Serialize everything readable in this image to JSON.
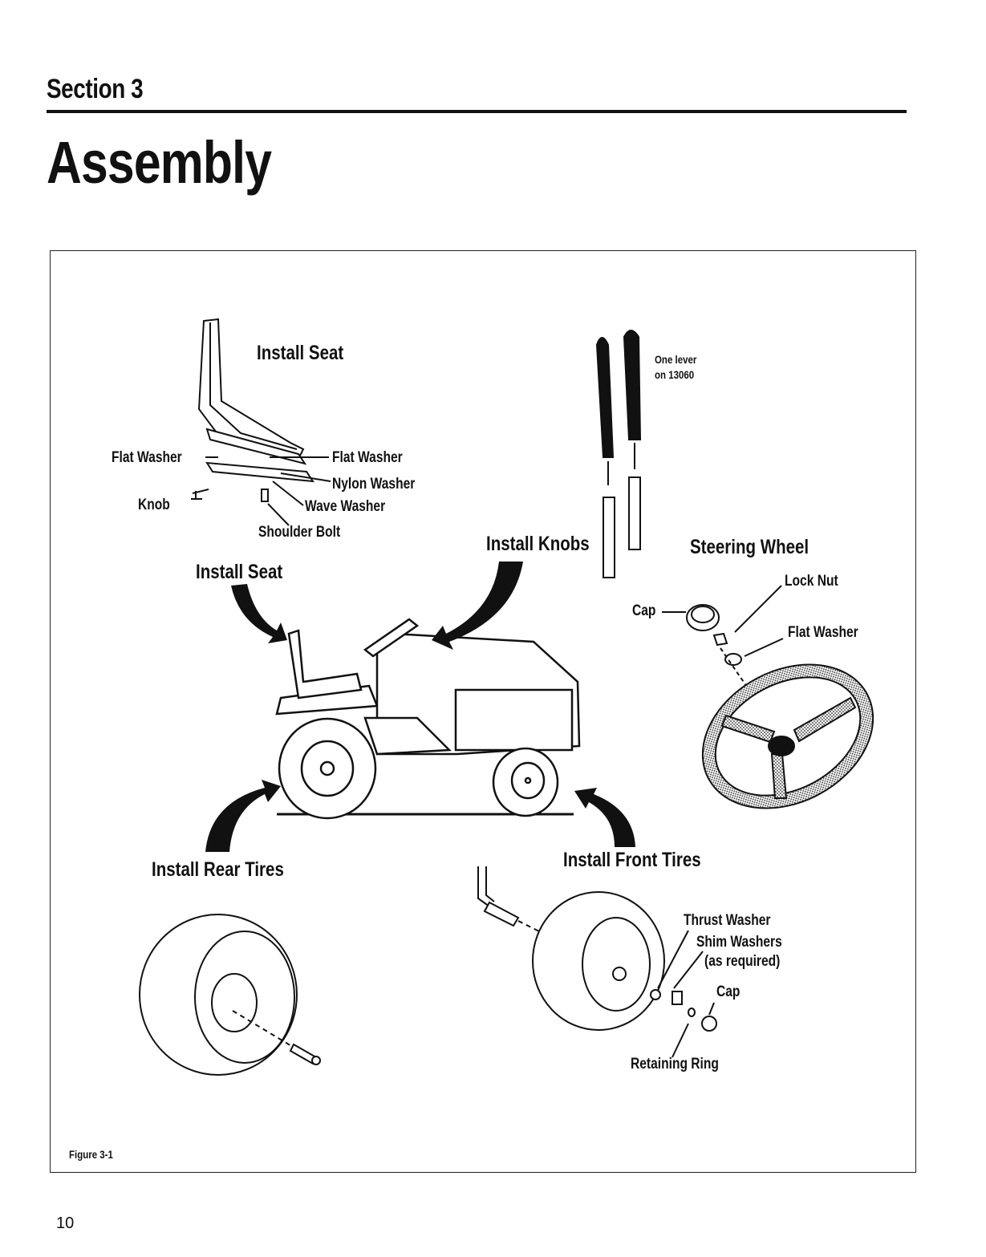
{
  "header": {
    "section": "Section 3",
    "title": "Assembly"
  },
  "figure": {
    "caption": "Figure 3-1",
    "labels": {
      "install_seat_top": "Install Seat",
      "flat_washer_left": "Flat Washer",
      "flat_washer_right": "Flat Washer",
      "nylon_washer": "Nylon Washer",
      "knob": "Knob",
      "wave_washer": "Wave Washer",
      "shoulder_bolt": "Shoulder Bolt",
      "install_seat_main": "Install Seat",
      "lever_note_line1": "One lever",
      "lever_note_line2": "on 13060",
      "install_knobs": "Install Knobs",
      "steering_wheel": "Steering Wheel",
      "lock_nut": "Lock Nut",
      "cap_steering": "Cap",
      "flat_washer_steering": "Flat Washer",
      "install_rear_tires": "Install Rear Tires",
      "install_front_tires": "Install Front Tires",
      "thrust_washer": "Thrust Washer",
      "shim_washers_line1": "Shim Washers",
      "shim_washers_line2": "(as required)",
      "cap_front": "Cap",
      "retaining_ring": "Retaining Ring"
    }
  },
  "footer": {
    "page_number": "10"
  }
}
